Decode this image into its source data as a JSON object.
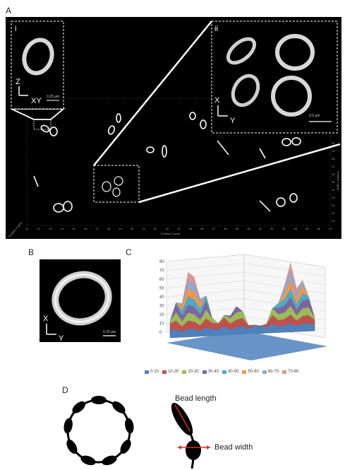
{
  "panels": {
    "A": {
      "label": "A",
      "inset_i": {
        "label": "i",
        "axis_primary": "Z",
        "axis_secondary": "XY",
        "scale": "0.25 µm"
      },
      "inset_ii": {
        "label": "ii",
        "axis_primary": "X",
        "axis_secondary": "Y",
        "scale": "0.5 µm"
      },
      "x_axis_label": "Position X [µm]",
      "y_axis_label": "Position Y [µm]",
      "z_axis_label": "Position Z [µm]",
      "x_ticks": [
        "11",
        "12",
        "13",
        "14",
        "15",
        "16",
        "17",
        "18",
        "19",
        "20",
        "21",
        "22",
        "23",
        "24",
        "25",
        "26",
        "27",
        "28",
        "29",
        "30",
        "31",
        "32",
        "33",
        "34",
        "35",
        "36",
        "37"
      ],
      "y_ticks": [
        "20",
        "19",
        "18",
        "17",
        "16",
        "15",
        "14",
        "13",
        "12",
        "11",
        "10"
      ]
    },
    "B": {
      "label": "B",
      "axis_primary": "X",
      "axis_secondary": "Y",
      "scale": "0.25 µm"
    },
    "C": {
      "label": "C"
    },
    "D": {
      "label": "D",
      "bead_length": "Bead length",
      "bead_width": "Bead width"
    }
  },
  "chart_data": {
    "type": "surface3d",
    "z_ticks": [
      "0",
      "10",
      "20",
      "30",
      "40",
      "50",
      "60",
      "70",
      "80"
    ],
    "zlim": [
      0,
      80
    ],
    "legend": [
      {
        "name": "0-10",
        "color": "#4f81bd"
      },
      {
        "name": "10-20",
        "color": "#c0504d"
      },
      {
        "name": "20-30",
        "color": "#9bbb59"
      },
      {
        "name": "30-40",
        "color": "#8064a2"
      },
      {
        "name": "40-50",
        "color": "#4bacc6"
      },
      {
        "name": "50-60",
        "color": "#f79646"
      },
      {
        "name": "60-70",
        "color": "#92a9cf"
      },
      {
        "name": "70-80",
        "color": "#d99795"
      }
    ]
  }
}
